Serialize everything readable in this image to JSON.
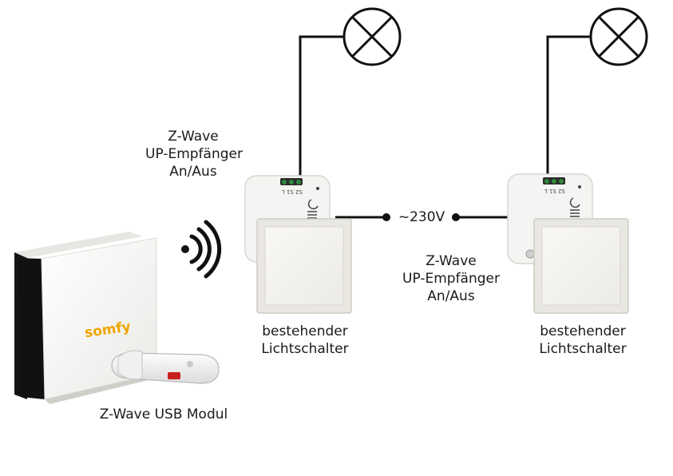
{
  "labels": {
    "receiver_1": [
      "Z-Wave",
      "UP-Empfänger",
      "An/Aus"
    ],
    "receiver_2": [
      "Z-Wave",
      "UP-Empfänger",
      "An/Aus"
    ],
    "switch_1": [
      "bestehender",
      "Lichtschalter"
    ],
    "switch_2": [
      "bestehender",
      "Lichtschalter"
    ],
    "usb_module": "Z-Wave USB Modul",
    "voltage": "~230V"
  },
  "device_markings": {
    "terminal_text": "S2 S1 L",
    "brand_logo": "somfy"
  },
  "icons": {
    "lamp": "lamp-icon",
    "wireless": "wifi-signal-icon",
    "gateway": "somfy-gateway-icon",
    "usb_stick": "usb-stick-icon",
    "receiver": "receiver-module-icon",
    "switch": "light-switch-icon"
  },
  "colors": {
    "line": "#111111",
    "device_white": "#f4f4f2",
    "device_shadow": "#d6d6d2",
    "gateway_black": "#141414",
    "somfy_orange": "#f0a500",
    "terminal_green": "#2f8a3a",
    "usb_red": "#c8201a"
  }
}
